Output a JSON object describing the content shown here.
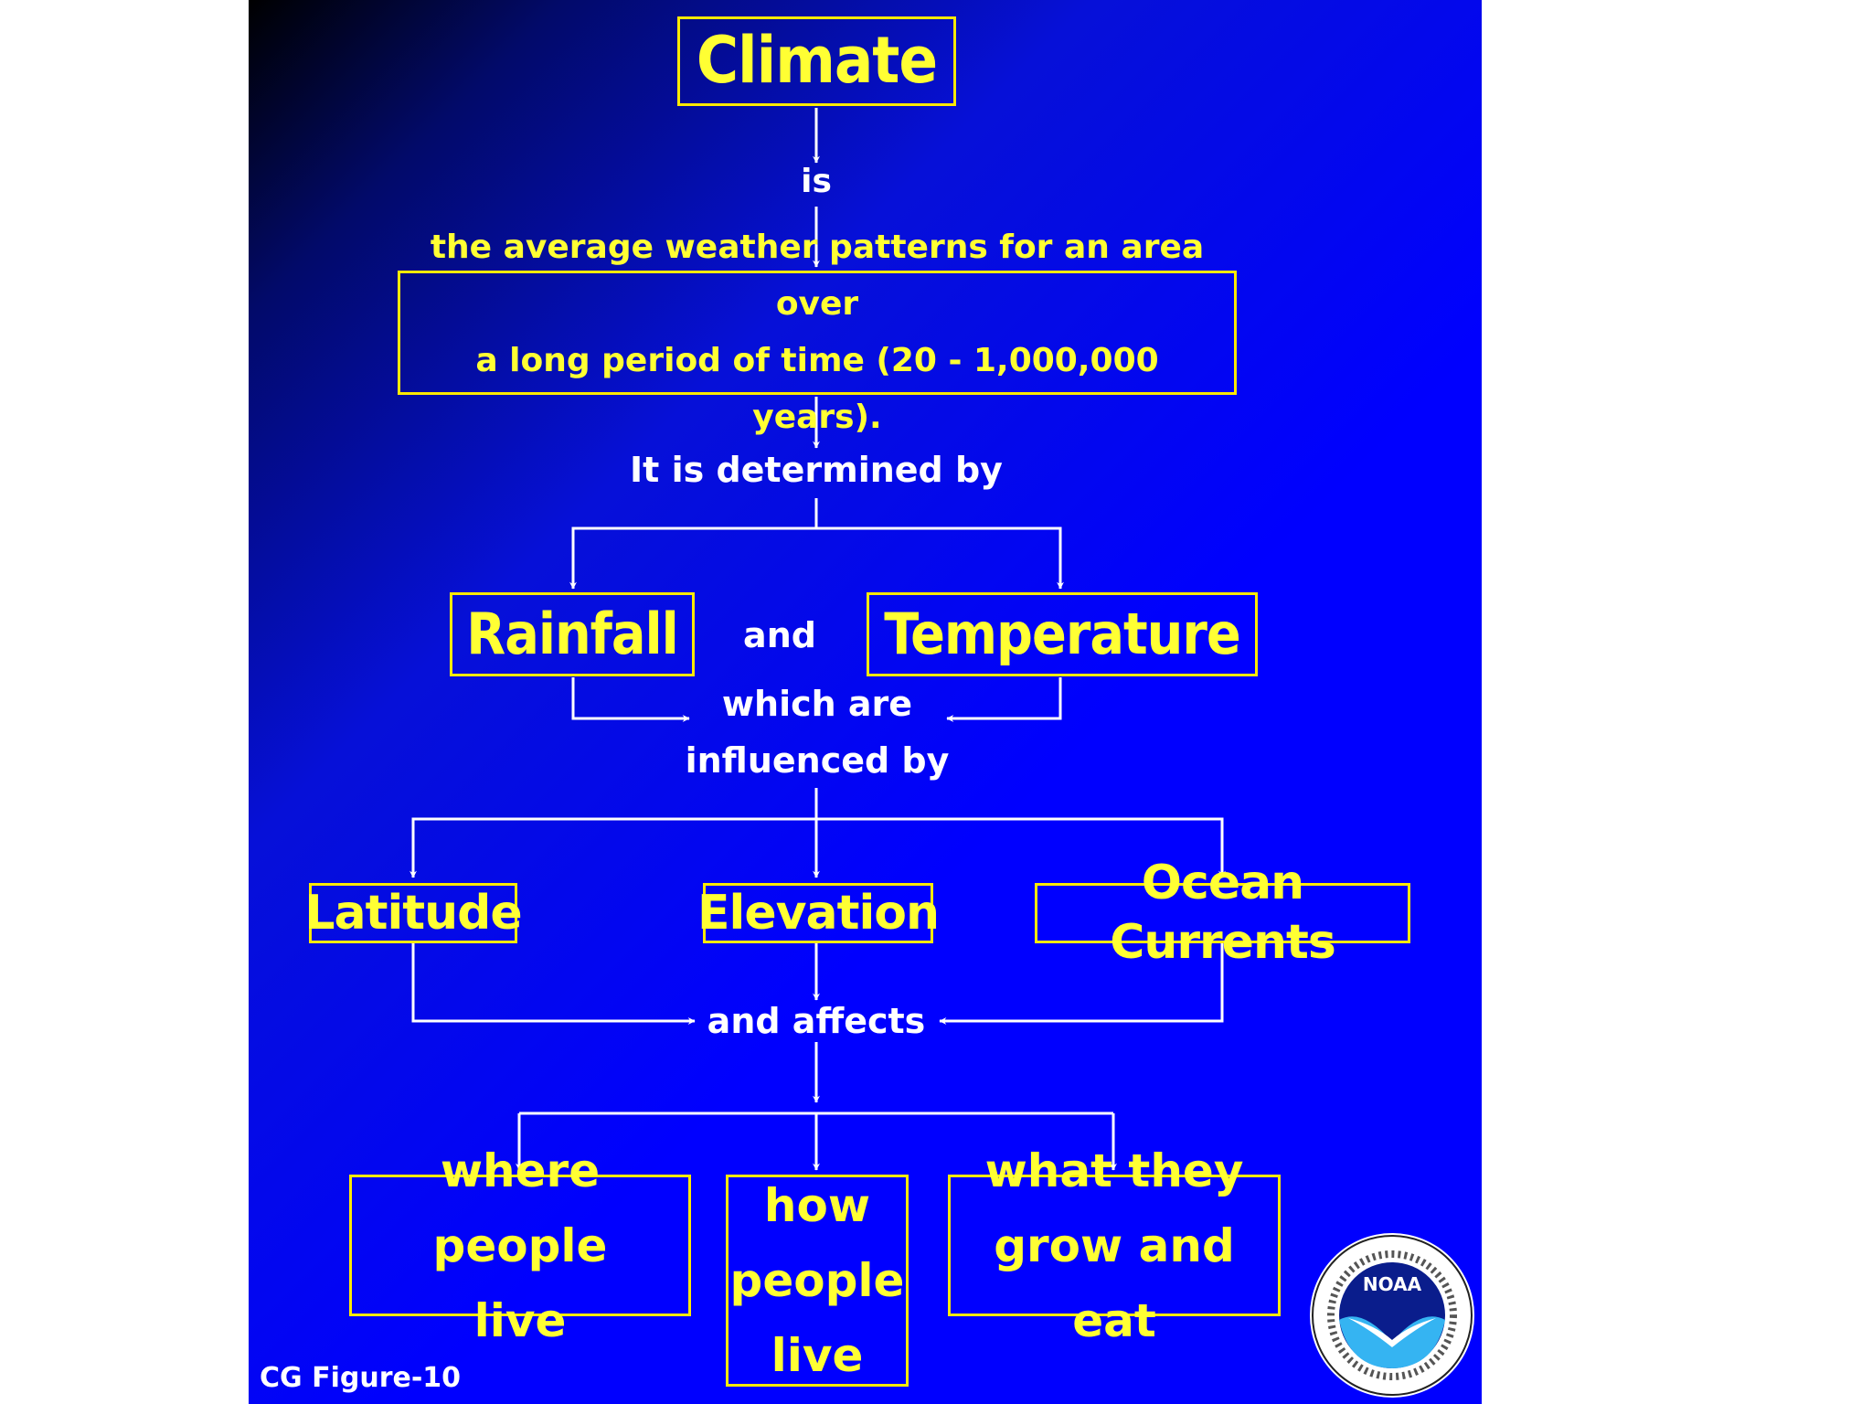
{
  "diagram": {
    "root": "Climate",
    "connector_is": "is",
    "definition_line1": "the average weather patterns for an area over",
    "definition_line2": "a long period of time (20 - 1,000,000 years).",
    "connector_determined": "It is determined by",
    "factor_rainfall": "Rainfall",
    "connector_and": "and",
    "factor_temperature": "Temperature",
    "connector_which_are": "which are",
    "connector_influenced": "influenced by",
    "influence_latitude": "Latitude",
    "influence_elevation": "Elevation",
    "influence_ocean": "Ocean Currents",
    "connector_affects": "and affects",
    "effect1_line1": "where people",
    "effect1_line2": "live",
    "effect2_line1": "how",
    "effect2_line2": "people",
    "effect2_line3": "live",
    "effect3_line1": "what they",
    "effect3_line2": "grow and eat"
  },
  "footer": {
    "figure_label": "CG Figure-10",
    "logo_text": "NOAA"
  },
  "colors": {
    "box_border": "#ffea00",
    "box_text": "#ffff33",
    "connector": "#ffffff",
    "background": "#0000ff"
  }
}
